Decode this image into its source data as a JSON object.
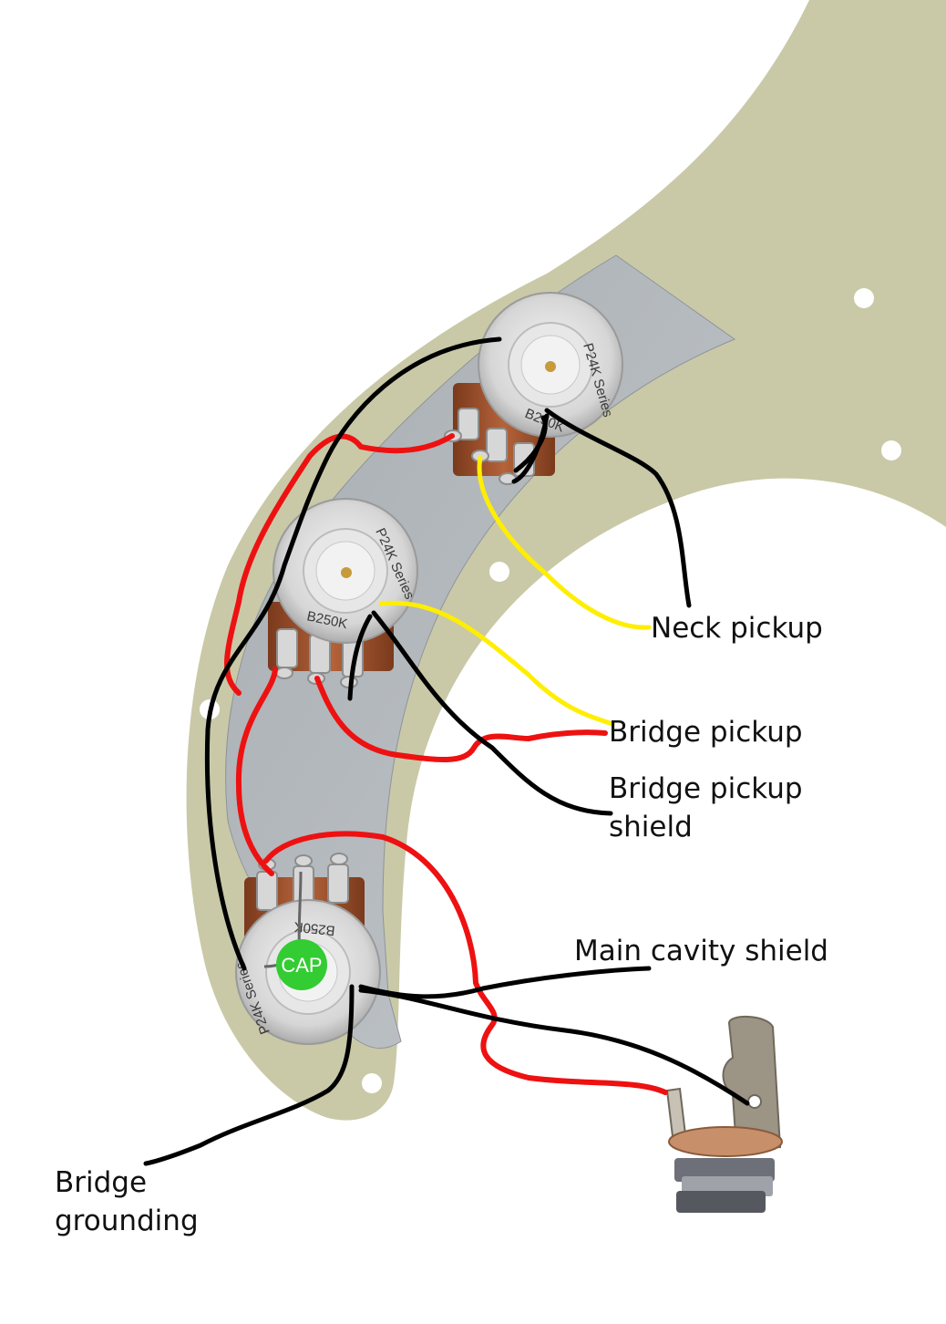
{
  "labels": {
    "neck_pickup": "Neck pickup",
    "bridge_pickup": "Bridge pickup",
    "bridge_pickup_shield_line1": "Bridge pickup",
    "bridge_pickup_shield_line2": "shield",
    "main_cavity_shield": "Main cavity shield",
    "bridge_grounding_line1": "Bridge",
    "bridge_grounding_line2": "grounding"
  },
  "pots": {
    "neck": {
      "value": "B250K",
      "series": "P24K Series"
    },
    "bridge": {
      "value": "B250K",
      "series": "P24K Series"
    },
    "tone": {
      "value": "B250K",
      "series": "P24K Series"
    }
  },
  "capacitor": {
    "label": "CAP"
  },
  "colors": {
    "pickguard": "#c9c9a8",
    "shield_plate": "#b3b7bb",
    "hot_wire": "#ee1111",
    "ground_wire": "#000000",
    "pickup_wire": "#ffee00",
    "cap": "#33cc33",
    "pot_body": "#a0522d"
  }
}
